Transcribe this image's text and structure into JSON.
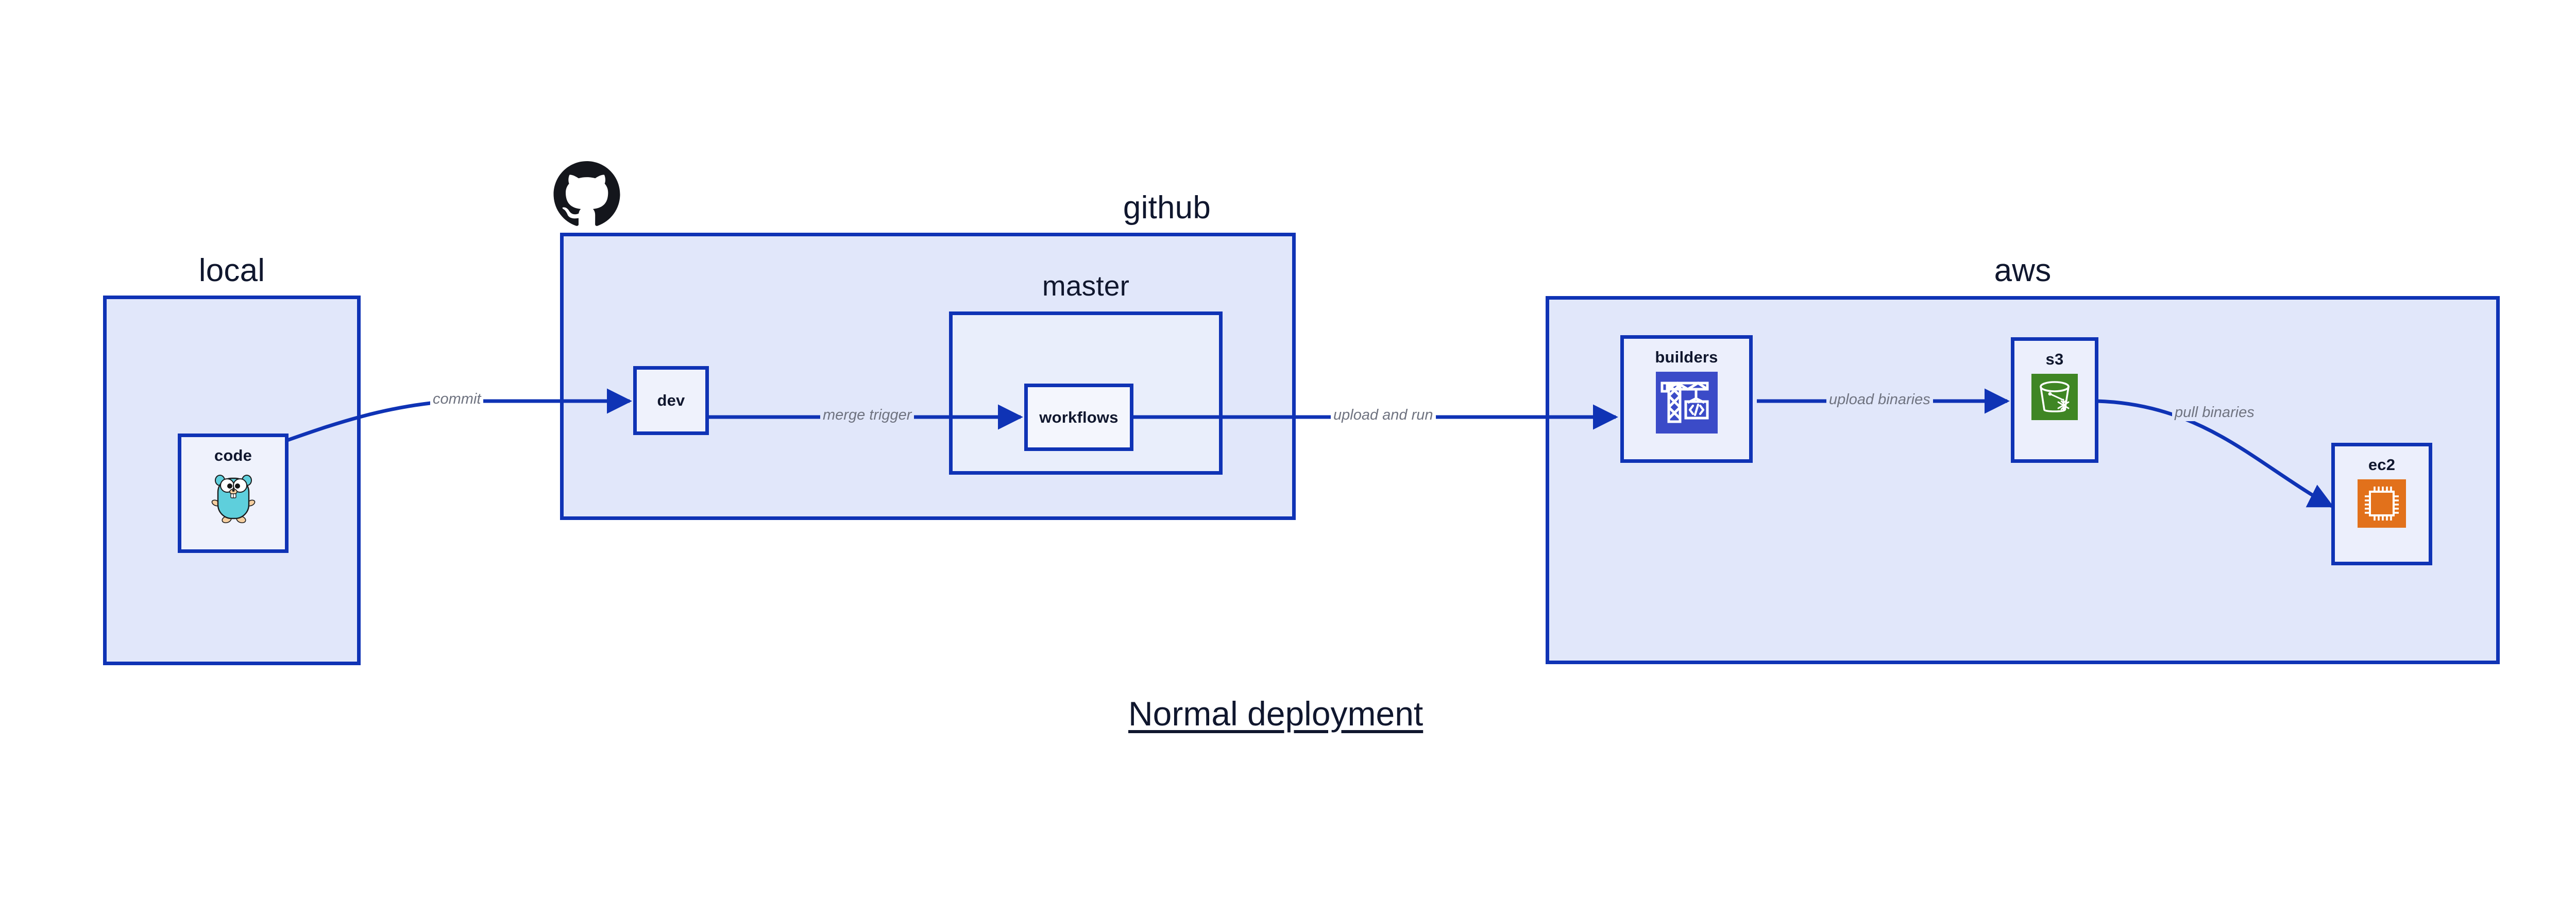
{
  "title": "Normal deployment",
  "groups": {
    "local": {
      "label": "local"
    },
    "github": {
      "label": "github"
    },
    "master": {
      "label": "master"
    },
    "aws": {
      "label": "aws"
    }
  },
  "nodes": {
    "code": {
      "label": "code",
      "icon": "go-gopher-icon"
    },
    "dev": {
      "label": "dev",
      "icon": "none"
    },
    "workflows": {
      "label": "workflows",
      "icon": "none"
    },
    "builders": {
      "label": "builders",
      "icon": "aws-builders-crane-icon"
    },
    "s3": {
      "label": "s3",
      "icon": "aws-s3-bucket-icon"
    },
    "ec2": {
      "label": "ec2",
      "icon": "aws-ec2-chip-icon"
    }
  },
  "edges": [
    {
      "id": "commit",
      "label": "commit",
      "from": "code",
      "to": "dev"
    },
    {
      "id": "merge-trigger",
      "label": "merge trigger",
      "from": "dev",
      "to": "workflows"
    },
    {
      "id": "upload-and-run",
      "label": "upload and run",
      "from": "workflows",
      "to": "builders"
    },
    {
      "id": "upload-binaries",
      "label": "upload binaries",
      "from": "builders",
      "to": "s3"
    },
    {
      "id": "pull-binaries",
      "label": "pull binaries",
      "from": "s3",
      "to": "ec2"
    }
  ],
  "logos": {
    "github": "github-octocat-icon"
  },
  "colors": {
    "stroke": "#0f33b5",
    "group_fill": "#e1e7fa",
    "node_fill": "#eceffc",
    "edge_label": "#6f7380",
    "text": "#10172e",
    "s3_green": "#3f8624",
    "ec2_orange": "#e2711b",
    "builders_blue": "#3b4bc8",
    "gopher_teal": "#5ecfdc"
  }
}
